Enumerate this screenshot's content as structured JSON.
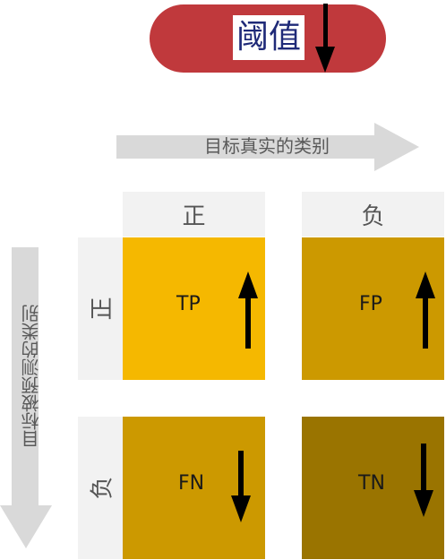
{
  "threshold": {
    "label": "阈值",
    "direction": "down"
  },
  "axes": {
    "actual_label": "目标真实的类别",
    "predicted_label": "目标被预测的类别"
  },
  "columns": [
    "正",
    "负"
  ],
  "rows": [
    "正",
    "负"
  ],
  "cells": [
    {
      "label": "TP",
      "arrow": "up",
      "color": "#f5b800"
    },
    {
      "label": "FP",
      "arrow": "up",
      "color": "#cc9900"
    },
    {
      "label": "FN",
      "arrow": "down",
      "color": "#cc9900"
    },
    {
      "label": "TN",
      "arrow": "down",
      "color": "#9a7400"
    }
  ],
  "colors": {
    "pill": "#c0393c",
    "threshold_text": "#1f2a78",
    "arrow_gray": "#d9d9d9",
    "header_bg": "#f2f2f2"
  }
}
